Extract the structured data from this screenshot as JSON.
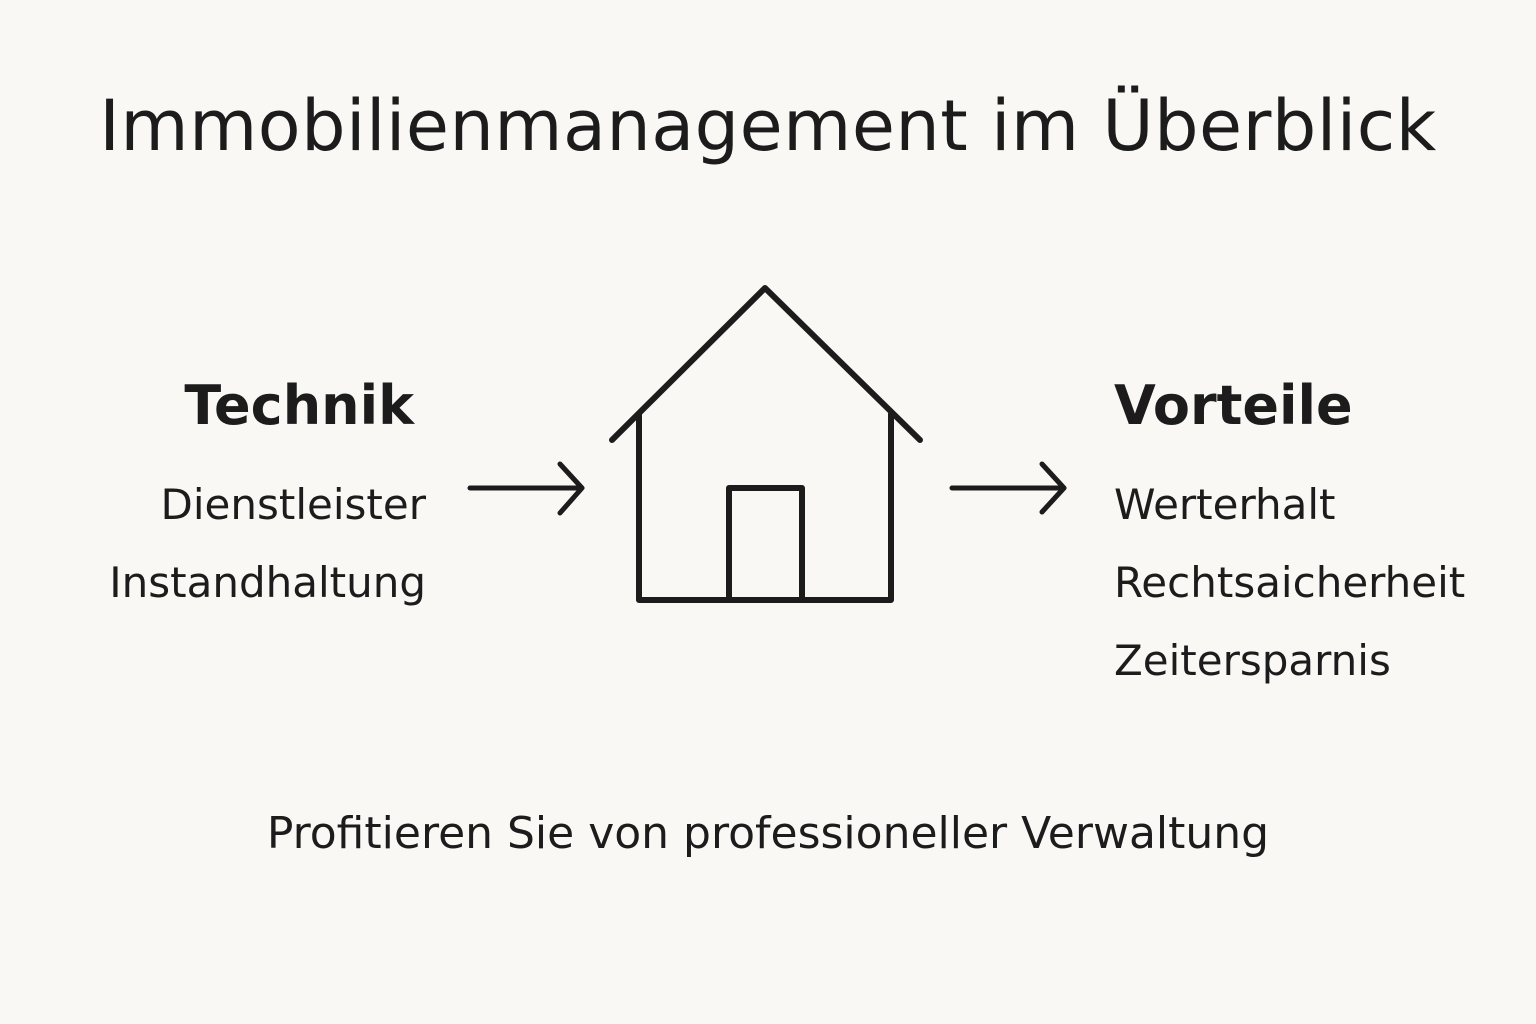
{
  "title": "Immobilienmanagement im Überblick",
  "left": {
    "heading": "Technik",
    "items": [
      "Dienstleister",
      "Instandhaltung"
    ]
  },
  "right": {
    "heading": "Vorteile",
    "items": [
      "Werterhalt",
      "Rechtsaicherheit",
      "Zeitersparnis"
    ]
  },
  "footer": "Profitieren Sie von professioneller Verwaltung",
  "icons": {
    "center": "house-icon",
    "left_arrow": "arrow-right-icon",
    "right_arrow": "arrow-right-icon"
  },
  "colors": {
    "background": "#f9f8f5",
    "ink": "#1c1c1c"
  }
}
